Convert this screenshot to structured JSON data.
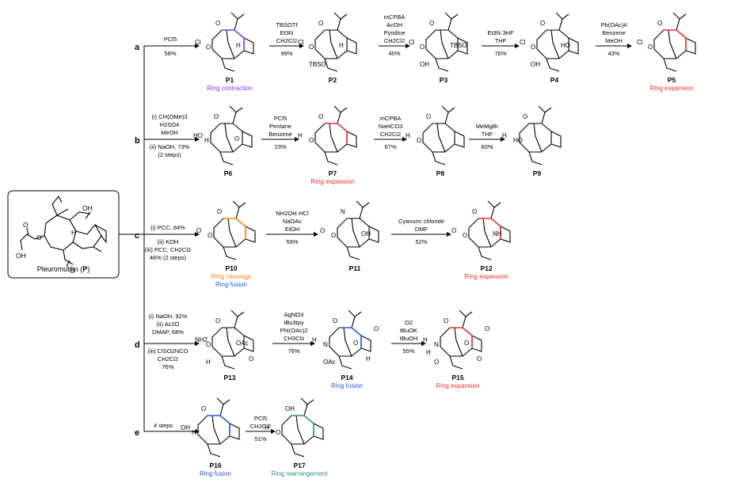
{
  "start": {
    "label": "Pleuromutilin (",
    "label_bold": "P",
    "label_end": ")",
    "atoms": [
      "OH",
      "O",
      "O",
      "OH",
      "H",
      "O"
    ]
  },
  "routes": [
    {
      "letter": "a",
      "steps": [
        {
          "conditions": [
            "PCl5"
          ],
          "yield": "58%"
        },
        {
          "conditions": [
            "TBSOTf",
            "Et3N",
            "CH2Cl2"
          ],
          "yield": "99%"
        },
        {
          "conditions": [
            "mCPBA",
            "AcOH",
            "Pyridine",
            "CH2Cl2"
          ],
          "yield": "40%"
        },
        {
          "conditions": [
            "Et3N·3HF",
            "THF"
          ],
          "yield": "76%"
        },
        {
          "conditions": [
            "Pb(OAc)4",
            "Benzene",
            "MeOH"
          ],
          "yield": "43%"
        }
      ],
      "products": [
        {
          "id": "P1",
          "caption": "Ring contraction",
          "captionColor": "#7b3fe4",
          "atoms": [
            "Cl",
            "O",
            "O",
            "H"
          ]
        },
        {
          "id": "P2",
          "caption": "",
          "atoms": [
            "Cl",
            "O",
            "O",
            "H",
            "TBSO"
          ]
        },
        {
          "id": "P3",
          "caption": "",
          "atoms": [
            "Cl",
            "O",
            "O",
            "TBSO",
            "OH"
          ]
        },
        {
          "id": "P4",
          "caption": "",
          "atoms": [
            "Cl",
            "O",
            "O",
            "HO",
            "OH"
          ]
        },
        {
          "id": "P5",
          "caption": "Ring expansion",
          "captionColor": "#e8312f",
          "atoms": [
            "Cl",
            "O",
            "O"
          ]
        }
      ]
    },
    {
      "letter": "b",
      "pre_conditions": [
        "(i) CH(OMe)3",
        "H2SO4",
        "MeOH",
        "(ii) NaOH, 73%",
        "(2 steps)"
      ],
      "steps": [
        {
          "conditions": [
            "PCl5",
            "Pentane",
            "Benzene"
          ],
          "yield": "23%"
        },
        {
          "conditions": [
            "mCPBA",
            "NaHCO3",
            "CH2Cl2"
          ],
          "yield": "67%"
        },
        {
          "conditions": [
            "MeMgBr",
            "THF"
          ],
          "yield": "60%"
        }
      ],
      "products": [
        {
          "id": "P6",
          "caption": "",
          "atoms": [
            "HO",
            "H",
            "O",
            "O"
          ]
        },
        {
          "id": "P7",
          "caption": "Ring expansion",
          "captionColor": "#e8312f",
          "atoms": [
            "H",
            "O",
            "O"
          ]
        },
        {
          "id": "P8",
          "caption": "",
          "atoms": [
            "H",
            "O",
            "O"
          ]
        },
        {
          "id": "P9",
          "caption": "",
          "atoms": [
            "H",
            "HO",
            "O"
          ]
        }
      ]
    },
    {
      "letter": "c",
      "pre_conditions": [
        "(i) PCC, 84%",
        "(ii) KOH",
        "(iii) PCC, CH2Cl2",
        "46% (2 steps)"
      ],
      "steps": [
        {
          "conditions": [
            "NH2OH·HCl",
            "NaOAc",
            "EtOH"
          ],
          "yield": "59%"
        },
        {
          "conditions": [
            "Cyanuric chloride",
            "DMF"
          ],
          "yield": "52%"
        }
      ],
      "products": [
        {
          "id": "P10",
          "captions": [
            {
              "text": "Ring cleavage",
              "color": "#f08a1e"
            },
            {
              "text": "Ring fusion",
              "color": "#2b57d8"
            }
          ],
          "atoms": [
            "O",
            "O",
            "O"
          ]
        },
        {
          "id": "P11",
          "caption": "",
          "atoms": [
            "O",
            "O",
            "N",
            "OH"
          ]
        },
        {
          "id": "P12",
          "caption": "Ring expansion",
          "captionColor": "#e8312f",
          "atoms": [
            "O",
            "O",
            "O",
            "NH"
          ]
        }
      ]
    },
    {
      "letter": "d",
      "pre_conditions": [
        "(i) NaOH, 92%",
        "(ii) Ac2O",
        "DMAP, 68%",
        "(iii) ClSO2NCO",
        "CH2Cl2",
        "76%"
      ],
      "steps": [
        {
          "conditions": [
            "AgNO3",
            "tBu3tpy",
            "PhI(OAc)2",
            "CH3CN"
          ],
          "yield": "76%"
        },
        {
          "conditions": [
            "O2",
            "tBuOK",
            "tBuOH"
          ],
          "yield": "55%"
        }
      ],
      "products": [
        {
          "id": "P13",
          "caption": "",
          "atoms": [
            "NH2",
            "O",
            "O",
            "OAc",
            "H",
            "O"
          ]
        },
        {
          "id": "P14",
          "caption": "Ring fusion",
          "captionColor": "#2b57d8",
          "atoms": [
            "H",
            "N",
            "O",
            "O",
            "OAc",
            "H",
            "O"
          ]
        },
        {
          "id": "P15",
          "caption": "Ring expansion",
          "captionColor": "#e8312f",
          "atoms": [
            "H",
            "N",
            "O",
            "O",
            "O",
            "O",
            "O",
            "H"
          ]
        }
      ]
    },
    {
      "letter": "e",
      "pre_conditions": [
        "4 steps"
      ],
      "steps": [
        {
          "conditions": [
            "PCl5",
            "CH2Cl2"
          ],
          "yield": "51%"
        }
      ],
      "products": [
        {
          "id": "P16",
          "caption": "Ring fusion",
          "captionColor": "#2b57d8",
          "atoms": [
            "OH",
            "H",
            "O"
          ]
        },
        {
          "id": "P17",
          "caption": "Ring rearrangement",
          "captionColor": "#2f8f83",
          "atoms": [
            "H",
            "O",
            "OH"
          ]
        }
      ]
    }
  ]
}
